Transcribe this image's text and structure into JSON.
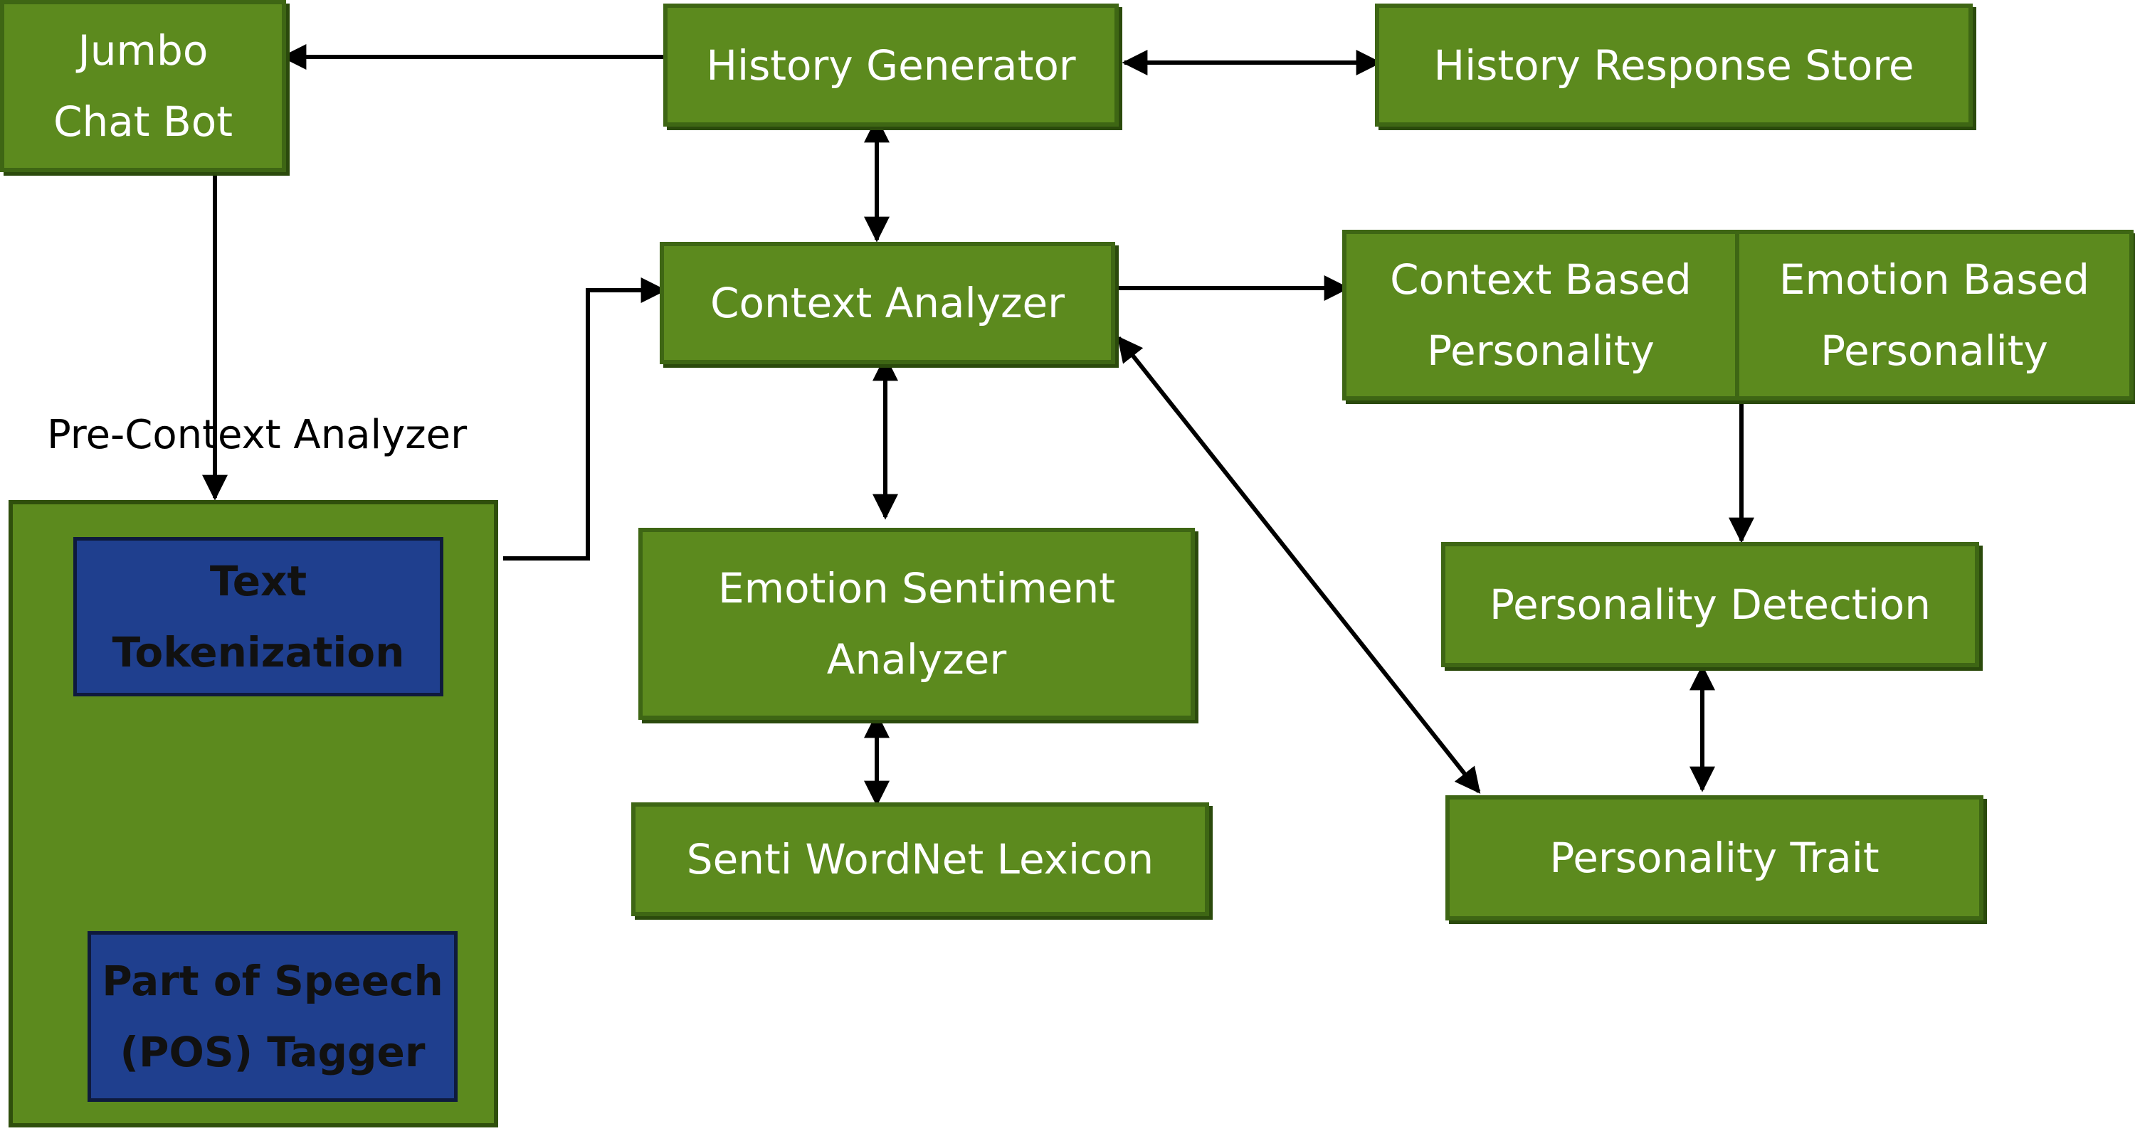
{
  "nodes": {
    "jumbo_chat_bot": [
      "Jumbo",
      "Chat Bot"
    ],
    "history_generator": "History Generator",
    "history_response_store": "History Response Store",
    "context_analyzer": "Context Analyzer",
    "context_based_personality": [
      "Context Based",
      "Personality"
    ],
    "emotion_based_personality": [
      "Emotion Based",
      "Personality"
    ],
    "emotion_sentiment_analyzer": [
      "Emotion Sentiment",
      "Analyzer"
    ],
    "senti_wordnet_lexicon": "Senti WordNet Lexicon",
    "personality_detection": "Personality Detection",
    "personality_trait": "Personality Trait"
  },
  "pre_context": {
    "label": "Pre-Context Analyzer",
    "text_tokenization": [
      "Text",
      "Tokenization"
    ],
    "pos_tagger": [
      "Part of Speech",
      "(POS) Tagger"
    ]
  },
  "colors": {
    "node_fill": "#5c8a1e",
    "node_border": "#3e6614",
    "inner_fill": "#1f3f8e",
    "arrow": "#000000"
  }
}
